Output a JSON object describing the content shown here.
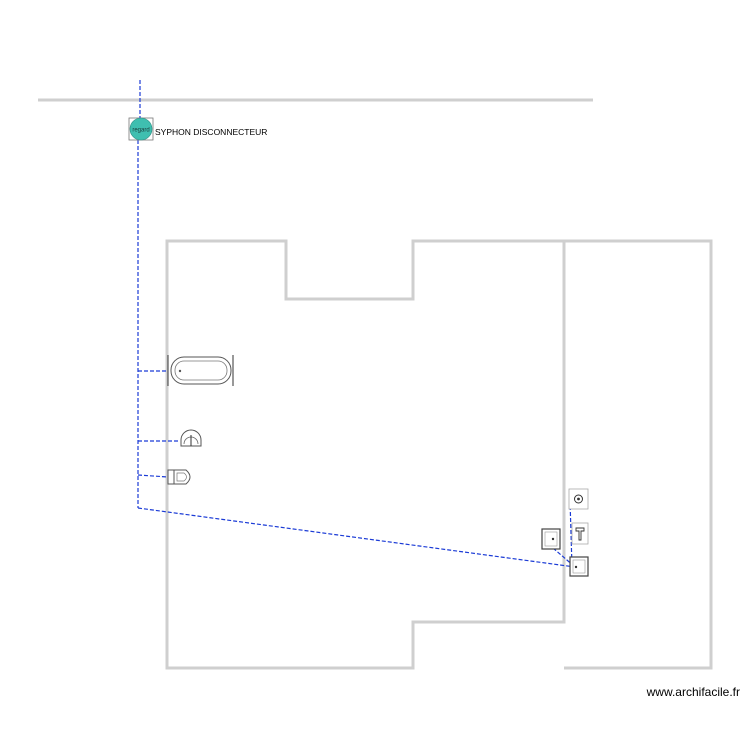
{
  "syphon": {
    "icon_text": "regard",
    "label": "SYPHON DISCONNECTEUR",
    "color": "#3fbfb0"
  },
  "fixtures": [
    {
      "name": "bathtub-icon"
    },
    {
      "name": "washbasin-icon"
    },
    {
      "name": "toilet-icon"
    },
    {
      "name": "drain-icon"
    },
    {
      "name": "tap-icon"
    },
    {
      "name": "sink-icon"
    },
    {
      "name": "shower-tray-icon"
    }
  ],
  "colors": {
    "walls": "#cfcfcf",
    "pipes": "#1b3bd6",
    "boundary": "#cfcfcf"
  },
  "watermark": "www.archifacile.fr"
}
